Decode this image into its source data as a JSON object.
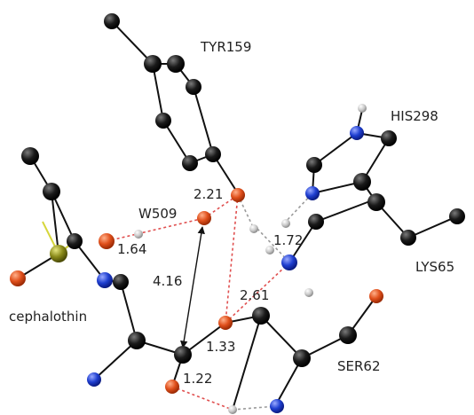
{
  "labels": {
    "tyr": "TYR159",
    "his": "HIS298",
    "w": "W509",
    "lys": "LYS65",
    "ceph": "cephalothin",
    "ser": "SER62"
  },
  "distances": {
    "d221": "2.21",
    "d164": "1.64",
    "d172": "1.72",
    "d416": "4.16",
    "d261": "2.61",
    "d133": "1.33",
    "d122": "1.22"
  },
  "colors": {
    "carbon": "#141414",
    "oxygen": "#e0501c",
    "nitrogen": "#1f3fd0",
    "hydrogen": "#c8c8c8",
    "sulfur": "#8a8a1a",
    "hbond_red": "#e05050",
    "hbond_gray": "#9a9a9a"
  }
}
